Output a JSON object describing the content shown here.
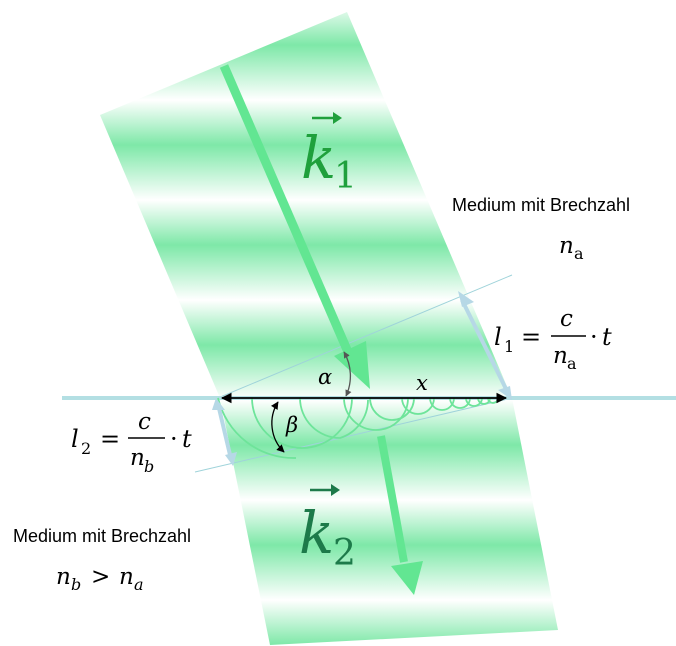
{
  "labels": {
    "k1_letter": "k",
    "k1_sub": "1",
    "k2_letter": "k",
    "k2_sub": "2",
    "medium_a_text": "Medium mit Brechzahl",
    "medium_a_n": "n",
    "medium_a_sub": "a",
    "medium_b_text": "Medium mit Brechzahl",
    "medium_b_n1": "n",
    "medium_b_sub1": "b",
    "medium_b_gt": ">",
    "medium_b_n2": "n",
    "medium_b_sub2": "a",
    "alpha": "α",
    "beta": "β",
    "x": "x",
    "l1_l": "l",
    "l1_sub": "1",
    "l1_eq": "=",
    "l1_num": "c",
    "l1_den_n": "n",
    "l1_den_sub": "a",
    "l1_dot": "·",
    "l1_t": "t",
    "l2_l": "l",
    "l2_sub": "2",
    "l2_eq": "=",
    "l2_num": "c",
    "l2_den_n": "n",
    "l2_den_sub": "b",
    "l2_dot": "·",
    "l2_t": "t"
  },
  "colors": {
    "beam_dark": "#7ee8a8",
    "beam_light": "#ffffff",
    "arrow_green": "#62e692",
    "k1_text": "#1fa03c",
    "k2_text": "#1d7a4a",
    "interface": "#b3dfe3",
    "wave_arc": "#6ee49a",
    "side_arrow": "#b6d8e6",
    "text_dark": "#000000"
  }
}
